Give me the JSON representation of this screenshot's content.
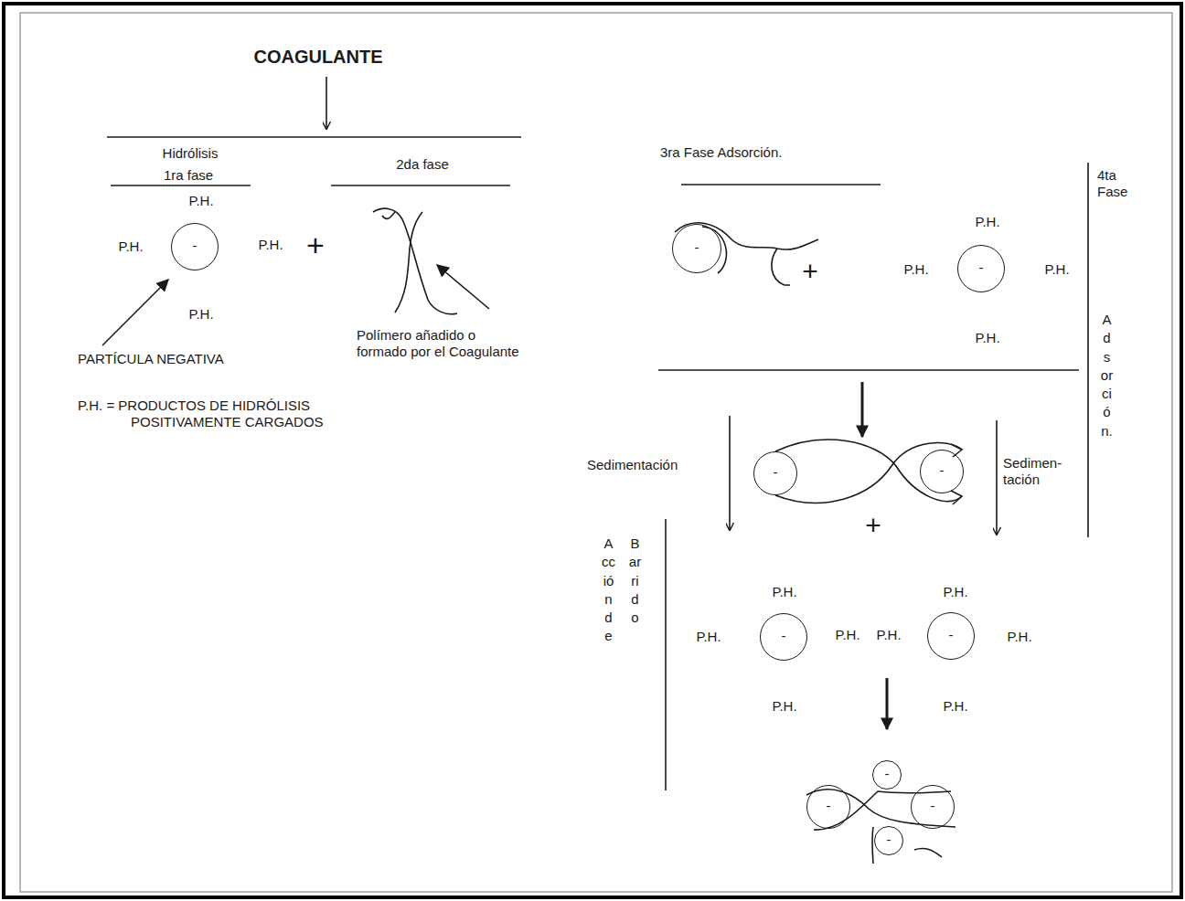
{
  "diagram": {
    "title": "COAGULANTE",
    "nodes": [
      {
        "text": [
          "-"
        ]
      },
      {
        "text": [
          "-"
        ]
      },
      {
        "text": [
          "-"
        ]
      },
      {
        "text": [
          "-"
        ]
      },
      {
        "text": [
          "-"
        ]
      },
      {
        "text": [
          "-"
        ]
      },
      {
        "text": [
          "-"
        ]
      },
      {
        "text": [
          "-"
        ]
      },
      {
        "text": [
          "-"
        ]
      },
      {
        "text": [
          "-"
        ]
      },
      {
        "text": [
          "-"
        ]
      }
    ],
    "labels": [
      "Hidrólisis",
      "1ra fase",
      "2da fase",
      "P.H.",
      "P.H.",
      "P.H.",
      "+",
      "P.H.",
      "PARTÍCULA NEGATIVA",
      "Polímero añadido o formado por el Coagulante",
      "P.H. = PRODUCTOS DE HIDRÓLISIS POSITIVAMENTE CARGADOS",
      "3ra Fase Adsorción.",
      "4ta Fase",
      "+",
      "P.H.",
      "P.H.",
      "P.H.",
      "P.H.",
      "Adsorción.",
      "Sedimentación",
      "Sedimen- tación",
      "+",
      "Acción de",
      "Barrido",
      "P.H.",
      "P.H.",
      "P.H.",
      "P.H.",
      "P.H.",
      "P.H.",
      "P.H.",
      "P.H."
    ]
  }
}
